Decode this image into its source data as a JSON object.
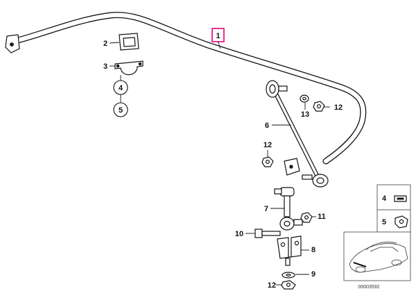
{
  "diagram_id": "00003592",
  "callouts": {
    "c1": "1",
    "c2": "2",
    "c3": "3",
    "c4": "4",
    "c5": "5",
    "c6": "6",
    "c7": "7",
    "c8": "8",
    "c9": "9",
    "c10": "10",
    "c11": "11",
    "c12a": "12",
    "c12b": "12",
    "c12c": "12",
    "c13": "13",
    "inset4": "4",
    "inset5": "5"
  },
  "colors": {
    "highlight": "#e0007a",
    "line": "#111111"
  }
}
